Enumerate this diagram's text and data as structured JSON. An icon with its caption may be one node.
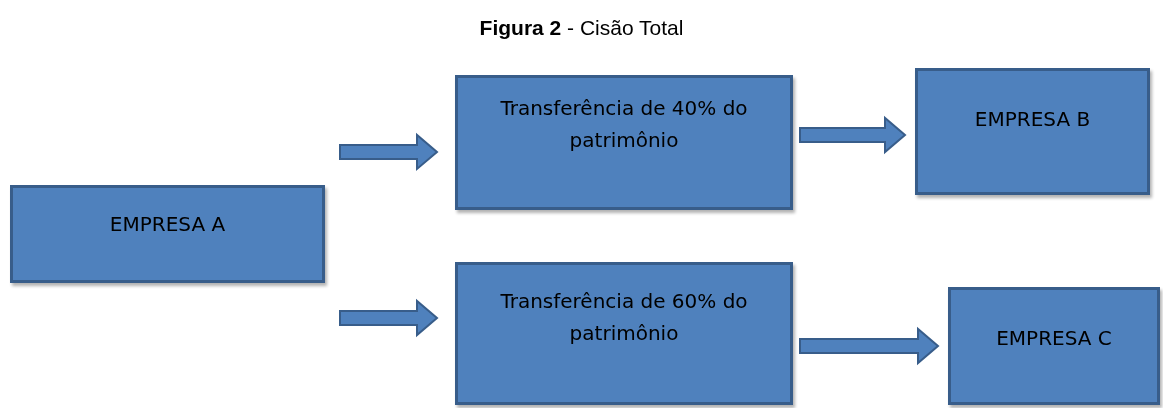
{
  "diagram": {
    "title": "**Figura 2** - Cisão Total",
    "nodes": [
      {
        "text": [
          "EMPRESA A"
        ]
      },
      {
        "text": [
          "Transferência de 40% do patrimônio"
        ]
      },
      {
        "text": [
          "EMPRESA B"
        ]
      },
      {
        "text": [
          "Transferência de 60% do patrimônio"
        ]
      },
      {
        "text": [
          "EMPRESA C"
        ]
      }
    ],
    "edges": [
      {
        "from": 0,
        "to": 1,
        "arrow": "to"
      },
      {
        "from": 1,
        "to": 2,
        "arrow": "to"
      },
      {
        "from": 0,
        "to": 3,
        "arrow": "to"
      },
      {
        "from": 3,
        "to": 4,
        "arrow": "to"
      }
    ]
  }
}
